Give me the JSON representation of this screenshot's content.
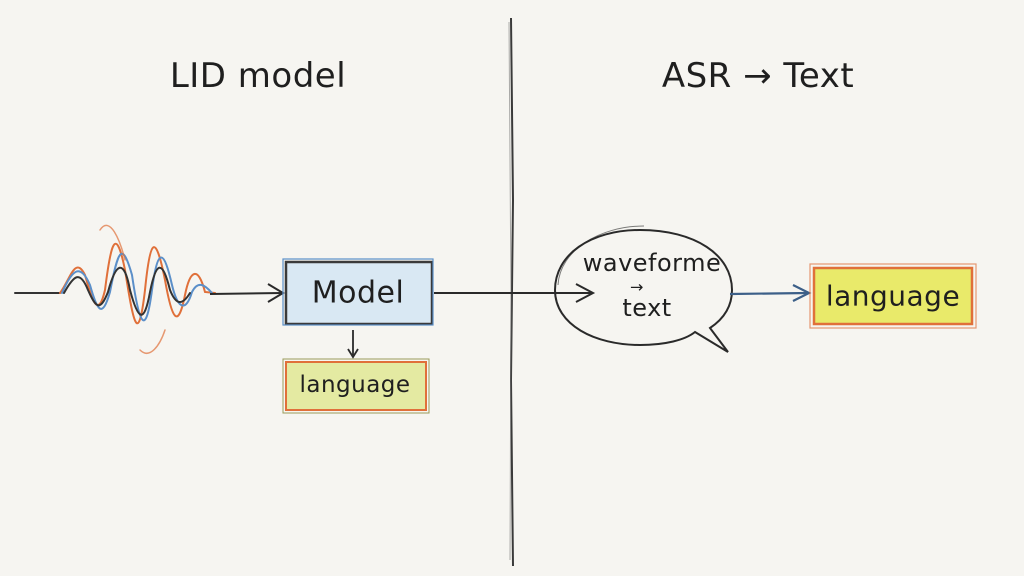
{
  "left_panel": {
    "title": "LID model",
    "model_box": "Model",
    "output_box": "language"
  },
  "right_panel": {
    "title": "ASR → Text",
    "bubble_line1": "waveforme",
    "bubble_arrow": "→",
    "bubble_line2": "text",
    "output_box": "language"
  },
  "colors": {
    "paper": "#f6f5f1",
    "ink": "#2a2a2a",
    "blue": "#5b8fc9",
    "orange": "#e0703a",
    "yellow": "#e9ea6a",
    "light_blue_fill": "#d9e8f3",
    "navy_arrow": "#3c5f88"
  }
}
